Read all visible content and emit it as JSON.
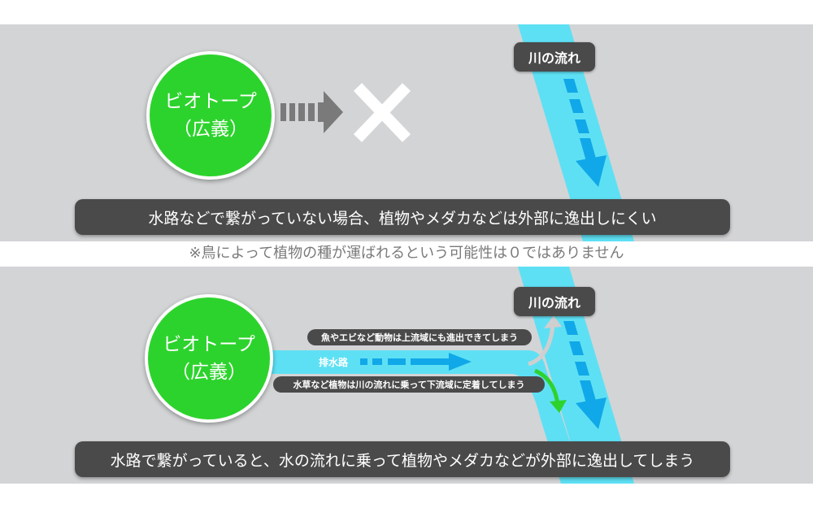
{
  "top": {
    "circle": {
      "line1": "ビオトープ",
      "line2": "（広義）"
    },
    "river_label": "川の流れ",
    "banner": "水路などで繋がっていない場合、植物やメダカなどは外部に逸出しにくい"
  },
  "note": "※鳥によって植物の種が運ばれるという可能性は０ではありません",
  "bottom": {
    "circle": {
      "line1": "ビオトープ",
      "line2": "（広義）"
    },
    "river_label": "川の流れ",
    "channel_label": "排水路",
    "upstream_label": "魚やエビなど動物は上流域にも進出できてしまう",
    "downstream_label": "水草など植物は川の流れに乗って下流域に定着してしまう",
    "banner": "水路で繋がっていると、水の流れに乗って植物やメダカなどが外部に逸出してしまう"
  },
  "colors": {
    "panel": "#d3d4d6",
    "green": "#2dd32d",
    "river": "#5ee0f4",
    "flow_arrow": "#10a8e8",
    "dark_label": "#4a4a4a",
    "up_arrow": "#cfcfcf",
    "down_arrow": "#2dd32d",
    "note_text": "#7a7a7a"
  },
  "icons": [
    "dashed-arrow-icon",
    "cross-icon",
    "flow-arrow-icon"
  ]
}
